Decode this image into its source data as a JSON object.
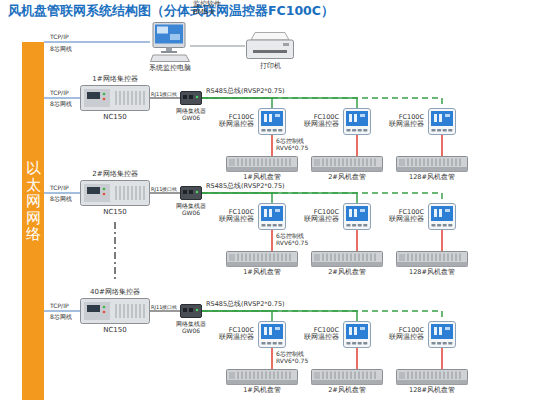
{
  "diagram": {
    "title": "风机盘管联网系统结构图（分体式联网温控器FC100C）",
    "nodes": [
      {
        "text": [
          "以太网网络"
        ]
      },
      {
        "text": [
          "监控软件 BMS-Ⅱ",
          "系统监控电脑"
        ]
      },
      {
        "text": [
          "打印机"
        ]
      },
      {
        "text": [
          "1#网络集控器",
          "NC150"
        ]
      },
      {
        "text": [
          "网络集线器 GW06"
        ]
      },
      {
        "text": [
          "FC100C 联网温控器"
        ]
      },
      {
        "text": [
          "FC100C 联网温控器"
        ]
      },
      {
        "text": [
          "FC100C 联网温控器"
        ]
      },
      {
        "text": [
          "1#风机盘管"
        ]
      },
      {
        "text": [
          "2#风机盘管"
        ]
      },
      {
        "text": [
          "128#风机盘管"
        ]
      },
      {
        "text": [
          "2#网络集控器",
          "NC150"
        ]
      },
      {
        "text": [
          "网络集线器 GW06"
        ]
      },
      {
        "text": [
          "FC100C 联网温控器"
        ]
      },
      {
        "text": [
          "FC100C 联网温控器"
        ]
      },
      {
        "text": [
          "FC100C 联网温控器"
        ]
      },
      {
        "text": [
          "1#风机盘管"
        ]
      },
      {
        "text": [
          "2#风机盘管"
        ]
      },
      {
        "text": [
          "128#风机盘管"
        ]
      },
      {
        "text": [
          "40#网络集控器",
          "NC150"
        ]
      },
      {
        "text": [
          "网络集线器 GW06"
        ]
      },
      {
        "text": [
          "FC100C 联网温控器"
        ]
      },
      {
        "text": [
          "FC100C 联网温控器"
        ]
      },
      {
        "text": [
          "FC100C 联网温控器"
        ]
      },
      {
        "text": [
          "1#风机盘管"
        ]
      },
      {
        "text": [
          "2#风机盘管"
        ]
      },
      {
        "text": [
          "128#风机盘管"
        ]
      }
    ],
    "edges": [
      {
        "from": 0,
        "to": 1,
        "arrow": "none",
        "label": "TCP/IP"
      },
      {
        "from": 1,
        "to": 2,
        "arrow": "none"
      },
      {
        "from": 0,
        "to": 3,
        "arrow": "none",
        "label": "TCP/IP"
      },
      {
        "from": 3,
        "to": 4,
        "arrow": "none",
        "label": "RJ11接口线"
      },
      {
        "from": 4,
        "to": 5,
        "arrow": "none",
        "label": "RS485总线(RVSP2*0.75)"
      },
      {
        "from": 4,
        "to": 6,
        "arrow": "none"
      },
      {
        "from": 4,
        "to": 7,
        "arrow": "none"
      },
      {
        "from": 5,
        "to": 8,
        "arrow": "none",
        "label": "6芯控制线 RVV6*0.75"
      },
      {
        "from": 6,
        "to": 9,
        "arrow": "none"
      },
      {
        "from": 7,
        "to": 10,
        "arrow": "none"
      },
      {
        "from": 0,
        "to": 11,
        "arrow": "none",
        "label": "TCP/IP"
      },
      {
        "from": 11,
        "to": 12,
        "arrow": "none",
        "label": "RJ11接口线"
      },
      {
        "from": 12,
        "to": 13,
        "arrow": "none",
        "label": "RS485总线(RVSP2*0.75)"
      },
      {
        "from": 12,
        "to": 14,
        "arrow": "none"
      },
      {
        "from": 12,
        "to": 15,
        "arrow": "none"
      },
      {
        "from": 13,
        "to": 16,
        "arrow": "none",
        "label": "6芯控制线 RVV6*0.75"
      },
      {
        "from": 14,
        "to": 17,
        "arrow": "none"
      },
      {
        "from": 15,
        "to": 18,
        "arrow": "none"
      },
      {
        "from": 0,
        "to": 19,
        "arrow": "none",
        "label": "TCP/IP"
      },
      {
        "from": 19,
        "to": 20,
        "arrow": "none",
        "label": "RJ11接口线"
      },
      {
        "from": 20,
        "to": 21,
        "arrow": "none",
        "label": "RS485总线(RVSP2*0.75)"
      },
      {
        "from": 20,
        "to": 22,
        "arrow": "none"
      },
      {
        "from": 20,
        "to": 23,
        "arrow": "none"
      },
      {
        "from": 21,
        "to": 24,
        "arrow": "none",
        "label": "6芯控制线 RVV6*0.75"
      },
      {
        "from": 22,
        "to": 25,
        "arrow": "none"
      },
      {
        "from": 23,
        "to": 26,
        "arrow": "none"
      }
    ],
    "labels": [
      "8芯网线",
      "8芯网线",
      "8芯网线",
      "8芯网线"
    ]
  }
}
